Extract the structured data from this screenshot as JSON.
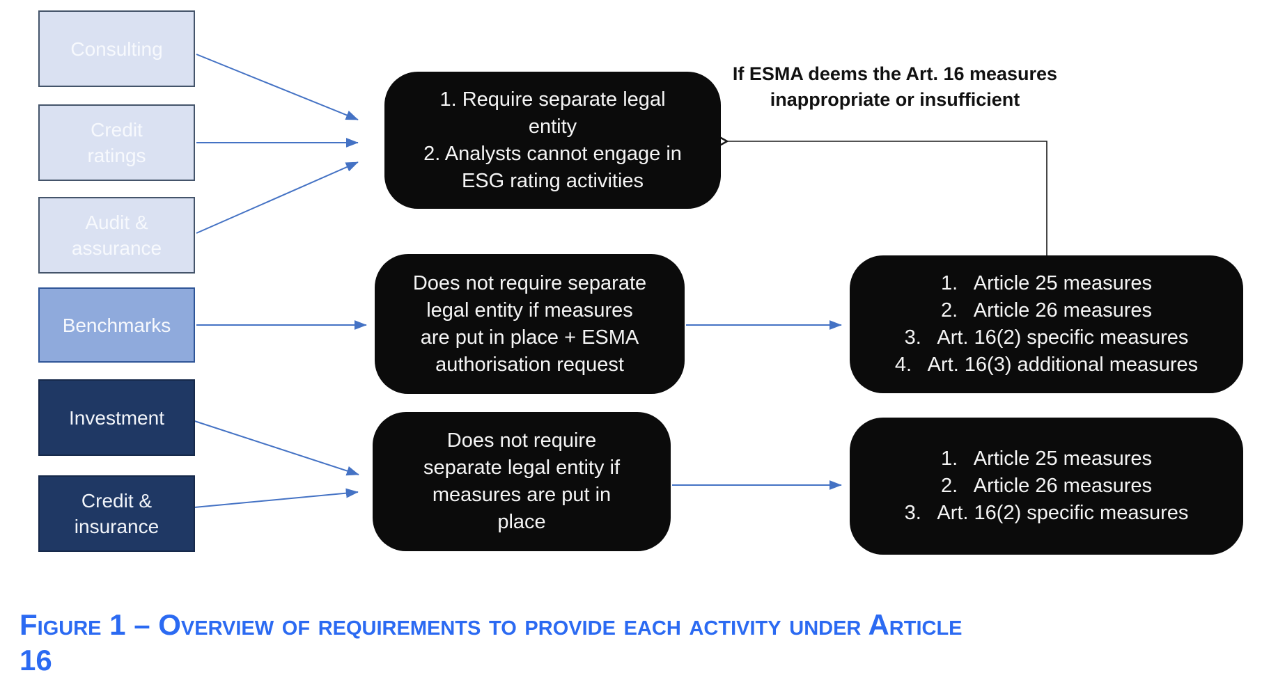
{
  "left_boxes": [
    {
      "name": "consulting",
      "style": "light",
      "lines": [
        "Consulting",
        ""
      ]
    },
    {
      "name": "credit-ratings",
      "style": "light",
      "lines": [
        "Credit",
        "ratings"
      ]
    },
    {
      "name": "audit-assurance",
      "style": "light",
      "lines": [
        "Audit &",
        "assurance"
      ]
    },
    {
      "name": "benchmarks",
      "style": "medium",
      "lines": [
        "Benchmarks",
        ""
      ]
    },
    {
      "name": "investment",
      "style": "dark",
      "lines": [
        "Investment",
        ""
      ]
    },
    {
      "name": "credit-insurance",
      "style": "dark",
      "lines": [
        "Credit &",
        "insurance"
      ]
    }
  ],
  "middle_boxes": [
    {
      "name": "require-separate-entity",
      "lines": [
        "1. Require separate legal",
        "entity",
        "2. Analysts cannot engage in",
        "ESG rating activities"
      ]
    },
    {
      "name": "no-separate-entity-esma-authorisation",
      "lines": [
        "Does not require separate",
        "legal entity if measures",
        "are put in place + ESMA",
        "authorisation request"
      ]
    },
    {
      "name": "no-separate-entity-measures",
      "lines": [
        "Does not require",
        "separate legal entity if",
        "measures are put in",
        "place"
      ]
    }
  ],
  "right_boxes": [
    {
      "name": "measures-art16-full",
      "lines": [
        "1.   Article 25 measures",
        "2.   Article 26 measures",
        "3.   Art. 16(2) specific measures",
        "4.   Art. 16(3) additional measures"
      ]
    },
    {
      "name": "measures-art16-partial",
      "lines": [
        "1.   Article 25 measures",
        "2.   Article 26 measures",
        "3.   Art. 16(2) specific measures",
        ""
      ]
    }
  ],
  "annotation": {
    "lines": [
      "If ESMA deems the Art. 16 measures",
      "inappropriate or insufficient"
    ]
  },
  "caption": {
    "line1": "Figure 1 – Overview of requirements to provide each activity under Article",
    "line2": "16"
  },
  "colors": {
    "light_box_fill": "#dae1f2",
    "light_box_border": "#44546a",
    "medium_box_fill": "#8faadc",
    "medium_box_border": "#2f5597",
    "dark_box_fill": "#1f3864",
    "black_box_fill": "#0b0b0b",
    "arrow_blue": "#4472c4",
    "feedback_connector": "#1a1a1a",
    "caption_blue": "#2b6af2"
  }
}
